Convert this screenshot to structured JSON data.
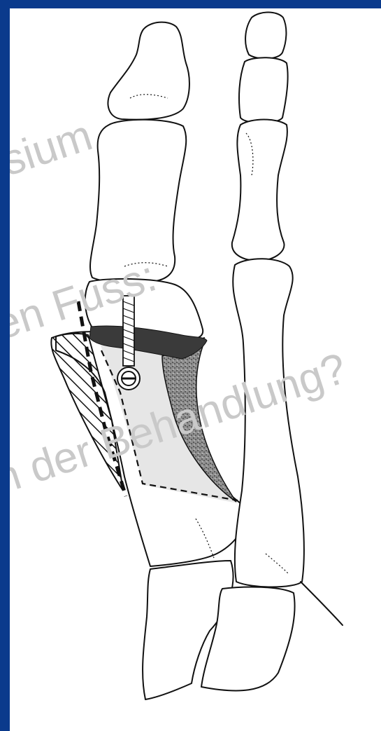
{
  "watermark": {
    "lines": [
      "sium",
      "en Fuss:",
      "n der Behandlung?"
    ],
    "color": "#c9c9c9"
  },
  "colors": {
    "border": "#0a3a8c",
    "background": "#ffffff",
    "line": "#111111",
    "graft_fill": "#e6e6e6",
    "stipple": "#555555"
  }
}
